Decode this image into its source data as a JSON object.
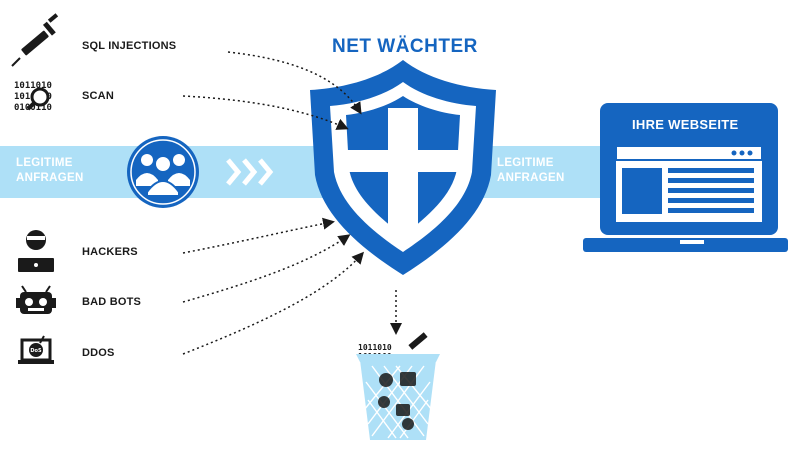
{
  "title": "NET WÄCHTER",
  "website_label": "IHRE WEBSEITE",
  "legit_left": "LEGITIME\nANFRAGEN",
  "legit_right": "LEGITIME\nANFRAGEN",
  "threats": [
    {
      "label": "SQL INJECTIONS",
      "icon": "syringe-icon"
    },
    {
      "label": "SCAN",
      "icon": "binary-scan-icon"
    },
    {
      "label": "HACKERS",
      "icon": "hacker-icon"
    },
    {
      "label": "BAD BOTS",
      "icon": "bot-icon"
    },
    {
      "label": "DDOS",
      "icon": "ddos-laptop-icon"
    }
  ],
  "binary_text": [
    "1011010",
    "1010100",
    "0100110"
  ],
  "colors": {
    "primary_blue": "#1565c0",
    "light_blue": "#aee0f7",
    "dark": "#1a1a1a",
    "white": "#ffffff"
  }
}
